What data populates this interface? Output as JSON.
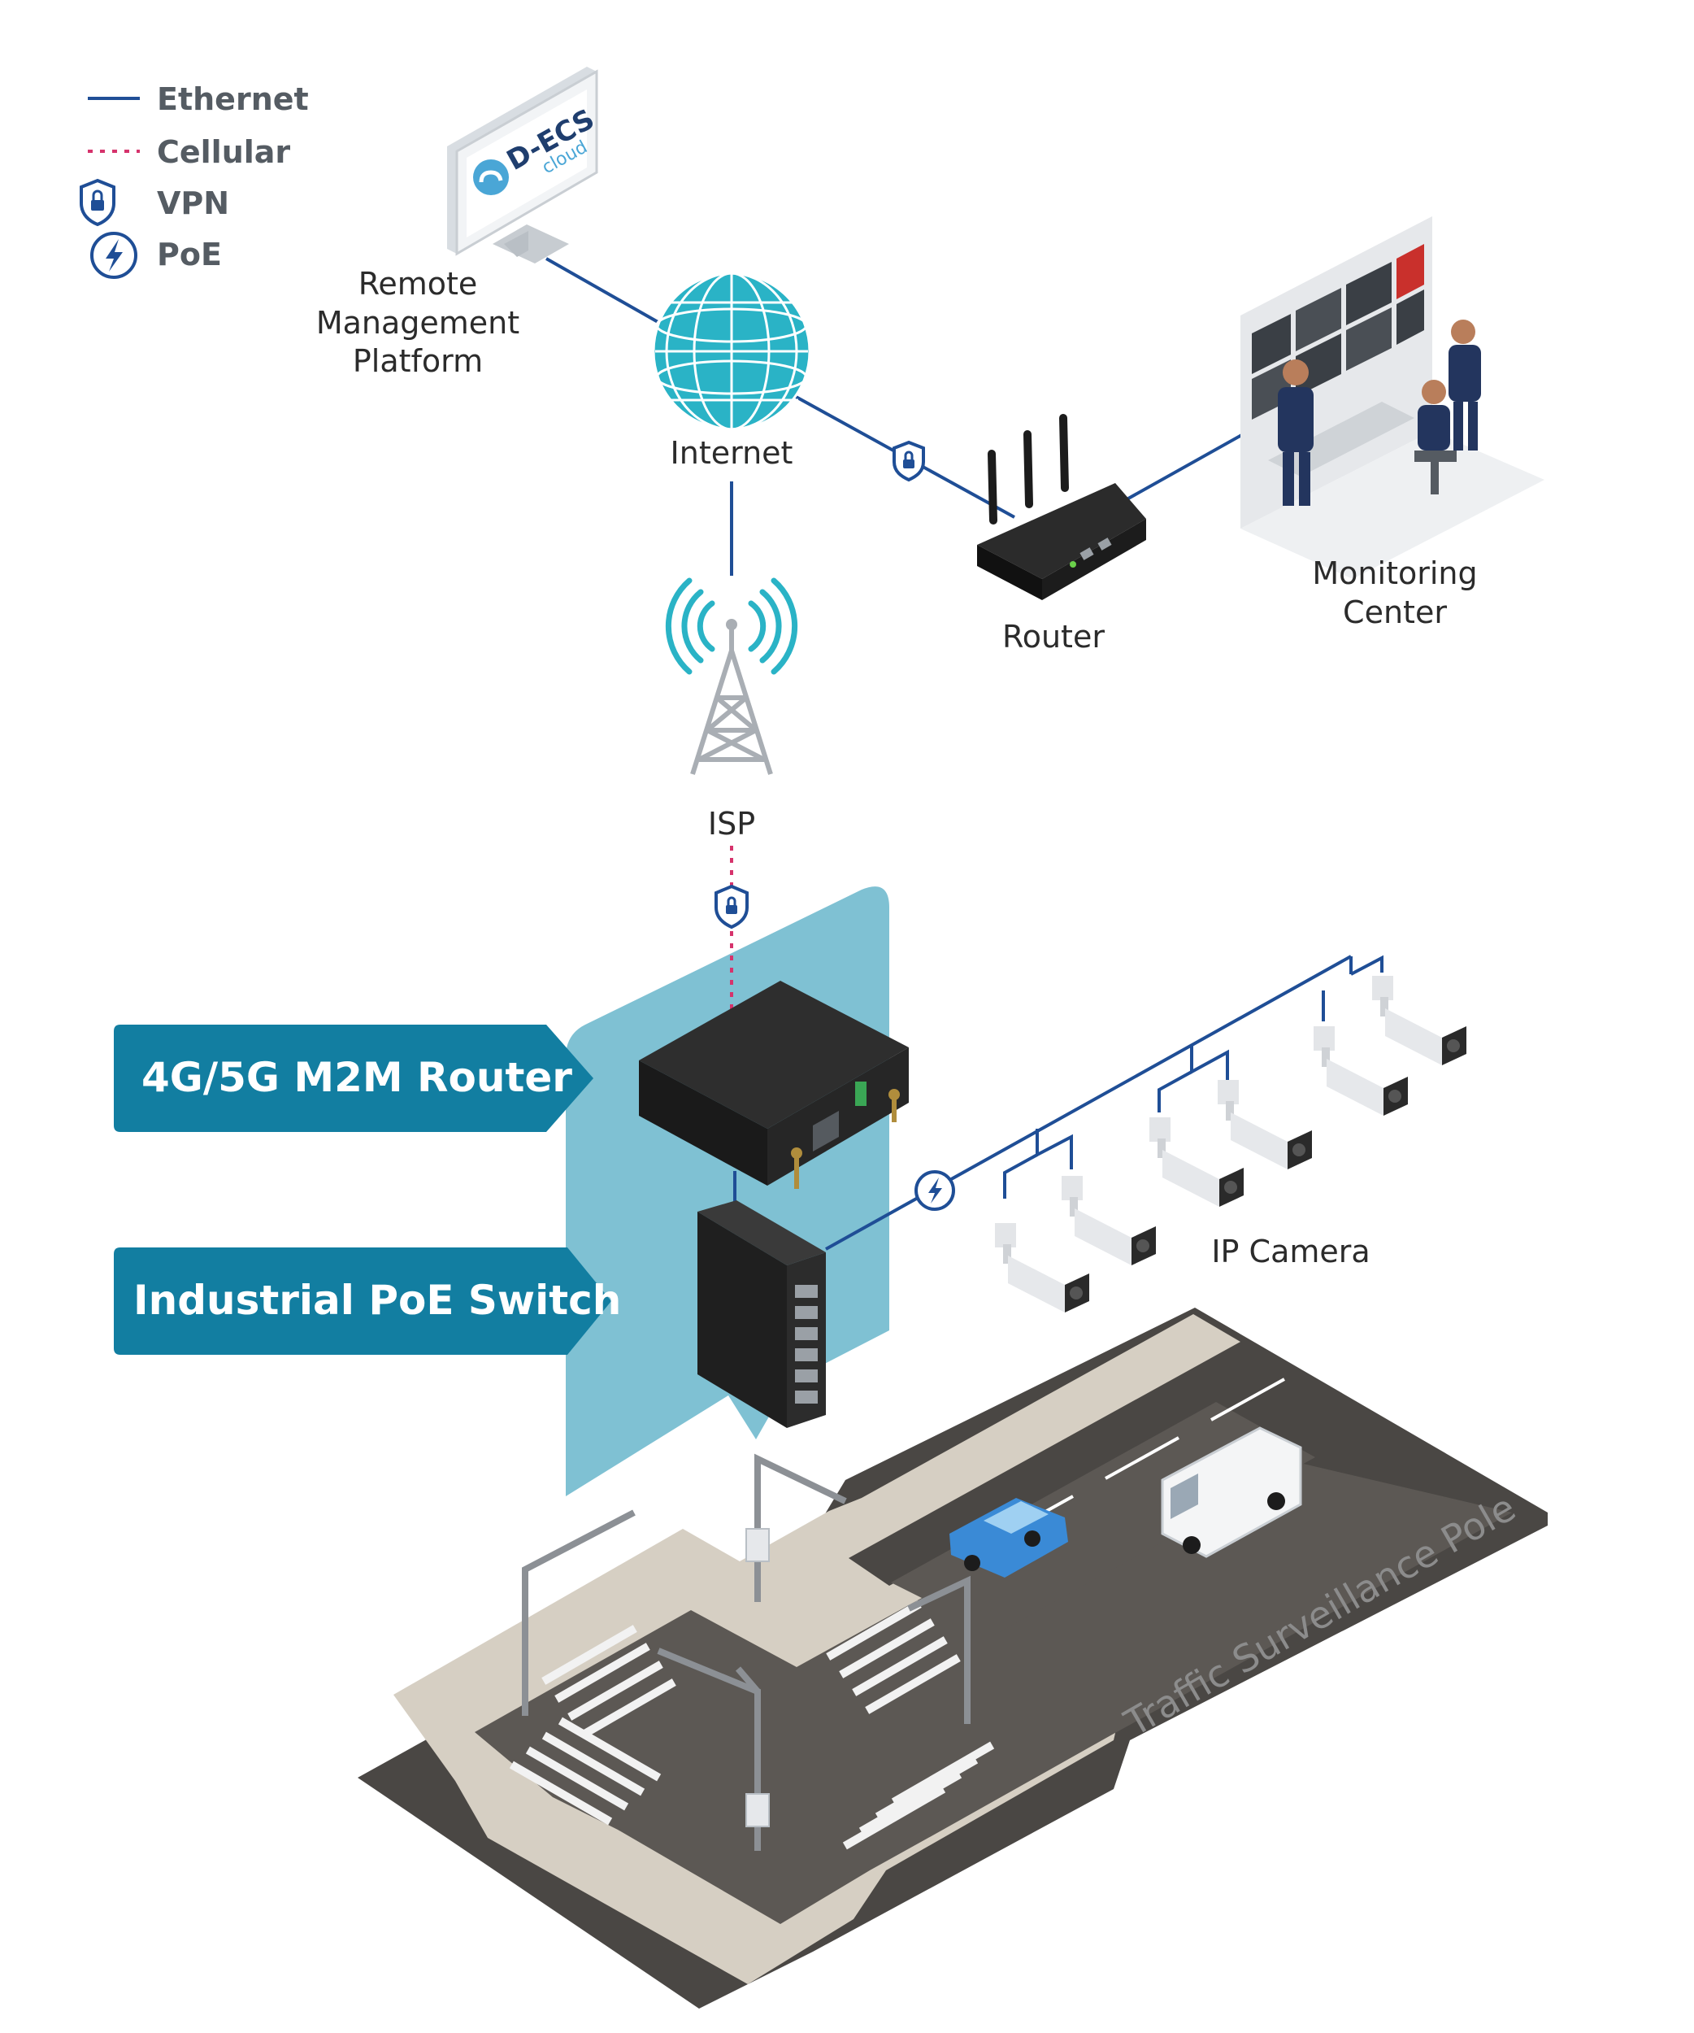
{
  "legend": {
    "ethernet": "Ethernet",
    "cellular": "Cellular",
    "vpn": "VPN",
    "poe": "PoE"
  },
  "nodes": {
    "remote_line1": "Remote",
    "remote_line2": "Management",
    "remote_line3": "Platform",
    "internet": "Internet",
    "router": "Router",
    "monitoring_line1": "Monitoring",
    "monitoring_line2": "Center",
    "isp": "ISP",
    "ip_camera": "IP Camera",
    "traffic_pole": "Traffic Surveillance Pole"
  },
  "callouts": {
    "m2m_router": "4G/5G M2M Router",
    "poe_switch": "Industrial PoE Switch"
  },
  "logo": {
    "name": "D-ECS",
    "sub": "cloud"
  },
  "colors": {
    "ethernet_line": "#1f4e96",
    "cellular_line": "#d6336c",
    "callout_bg": "#127ea1",
    "highlight_panel": "#7fc1d3",
    "globe": "#2ab3c6",
    "road": "#4d4a47",
    "sidewalk": "#d6cfc3"
  }
}
